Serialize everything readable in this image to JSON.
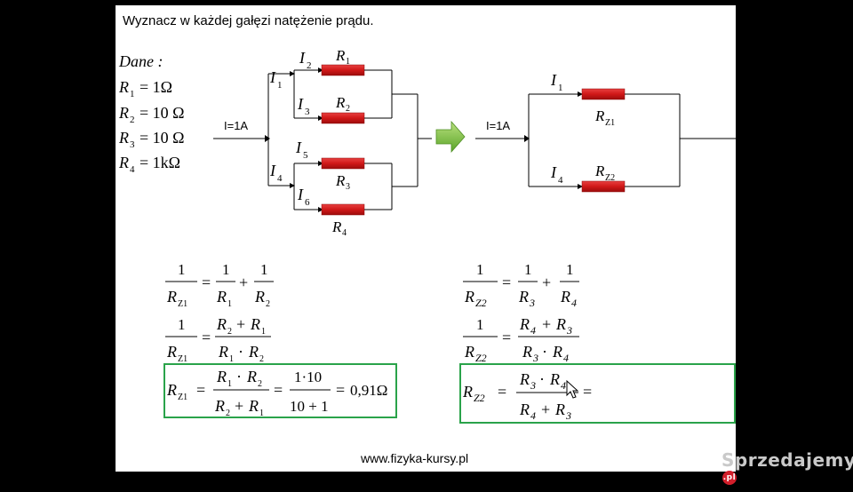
{
  "title": "Wyznacz w każdej gałęzi natężenie prądu.",
  "given": {
    "heading": "Dane :",
    "items": [
      {
        "sym": "R",
        "sub": "1",
        "val": "= 1Ω"
      },
      {
        "sym": "R",
        "sub": "2",
        "val": "= 10 Ω"
      },
      {
        "sym": "R",
        "sub": "3",
        "val": "= 10 Ω"
      },
      {
        "sym": "R",
        "sub": "4",
        "val": "= 1kΩ"
      }
    ]
  },
  "circuit_left": {
    "input_current": "I=1A",
    "currents": [
      "I",
      "1",
      "2",
      "3",
      "4",
      "5",
      "6"
    ],
    "resistors": [
      "R",
      "1",
      "2",
      "3",
      "4"
    ]
  },
  "circuit_right": {
    "input_current": "I=1A",
    "z1": "Z1",
    "z2": "Z2"
  },
  "equations": {
    "one": "1",
    "plus": "+",
    "eq": "=",
    "dot": "·",
    "result": "0,91Ω",
    "num_expr": "1·10",
    "den_expr": "10 + 1"
  },
  "footer": "www.fizyka-kursy.pl",
  "watermark": "Sprzedajemy",
  "watermark_badge": ".pl",
  "colors": {
    "resistor": "#d01818",
    "box": "#2aa34a",
    "arrow": "#7dc242"
  }
}
